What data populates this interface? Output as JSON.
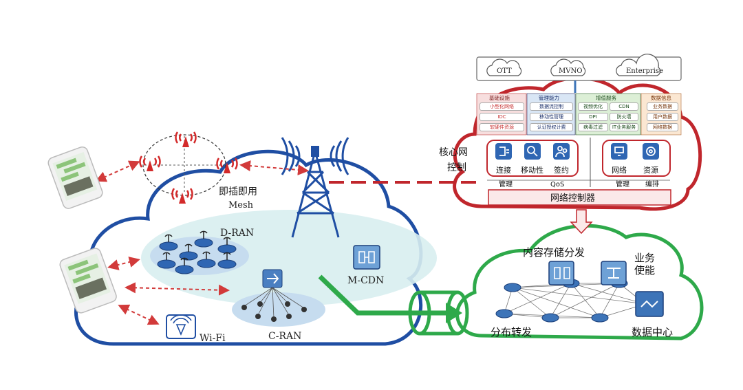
{
  "colors": {
    "blue_cloud": "#1f4ea3",
    "green_cloud": "#2ea94a",
    "red_cloud": "#c0262c",
    "link_red": "#c0262c",
    "arrow_red": "#d23a3a",
    "device_blue": "#3d74b8"
  },
  "access": {
    "mesh_label_1": "即插即用",
    "mesh_label_2": "Mesh",
    "dran_label": "D-RAN",
    "cran_label": "C-RAN",
    "mcdn_label": "M-CDN",
    "wifi_label": "Wi-Fi"
  },
  "core": {
    "top_clouds": [
      "OTT",
      "MVNO",
      "Enterprise"
    ],
    "side_label_1": "核心网",
    "side_label_2": "控制",
    "panels": [
      {
        "title": "基础设施",
        "items": [
          "小型化网络",
          "IDC",
          "软硬件资源"
        ]
      },
      {
        "title": "管理能力",
        "items": [
          "数据流控制",
          "移动性管理",
          "认证授权计费"
        ]
      },
      {
        "title": "增值服务",
        "items": [
          "视频优化",
          "CDN",
          "DPI",
          "防火墙",
          "病毒过滤",
          "IT业务服务"
        ]
      },
      {
        "title": "数据信息",
        "items": [
          "业务数据",
          "用户数据",
          "网络数据"
        ]
      }
    ],
    "function_icons": [
      "连接",
      "移动性",
      "签约",
      "网络",
      "资源"
    ],
    "group_labels": [
      "管理",
      "QoS",
      "管理",
      "编排"
    ],
    "controller": "网络控制器"
  },
  "dc": {
    "content_label": "内容存储分发",
    "service_label_1": "业务",
    "service_label_2": "使能",
    "forward_label": "分布转发",
    "datacenter_label": "数据中心"
  }
}
